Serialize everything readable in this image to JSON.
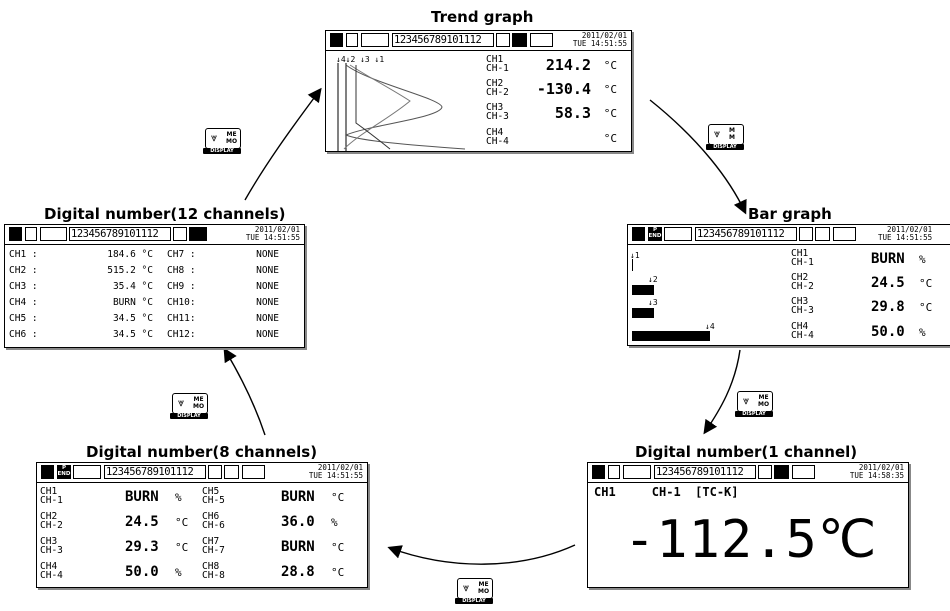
{
  "titles": {
    "trend": "Trend graph",
    "bar": "Bar graph",
    "d12": "Digital number(12 channels)",
    "d8": "Digital number(8 channels)",
    "d1": "Digital number(1 channel)"
  },
  "status": {
    "channels": "123456789101112",
    "date": "2011/02/01",
    "time_a": "TUE 14:51:55",
    "time_b": "TUE 14:58:35",
    "end_top": "P",
    "end_bottom": "END"
  },
  "keys": [
    {
      "label": "DISPLAY",
      "memo": "ME\nMO"
    },
    {
      "label": "DISPLAY",
      "memo": "M\nM"
    },
    {
      "label": "DISPLAY",
      "memo": "ME\nMO"
    },
    {
      "label": "DISPLAY",
      "memo": "ME\nMO"
    },
    {
      "label": "DISPLAY",
      "memo": "ME\nMO"
    }
  ],
  "trend": {
    "markers": "↓4↓2 ↓3 ↓1",
    "channels": [
      {
        "ch": "CH1",
        "name": "CH-1",
        "value": "214.2",
        "unit": "°C"
      },
      {
        "ch": "CH2",
        "name": "CH-2",
        "value": "-130.4",
        "unit": "°C"
      },
      {
        "ch": "CH3",
        "name": "CH-3",
        "value": "58.3",
        "unit": "°C"
      },
      {
        "ch": "CH4",
        "name": "CH-4",
        "value": "",
        "unit": "°C"
      }
    ]
  },
  "bar": {
    "marks": [
      "↓1",
      "↓2",
      "↓3",
      "↓4"
    ],
    "levels": [
      0,
      0.16,
      0.16,
      0.56
    ],
    "channels": [
      {
        "ch": "CH1",
        "name": "CH-1",
        "value": "BURN",
        "unit": "%"
      },
      {
        "ch": "CH2",
        "name": "CH-2",
        "value": "24.5",
        "unit": "°C"
      },
      {
        "ch": "CH3",
        "name": "CH-3",
        "value": "29.8",
        "unit": "°C"
      },
      {
        "ch": "CH4",
        "name": "CH-4",
        "value": "50.0",
        "unit": "%"
      }
    ]
  },
  "d12": {
    "rows": [
      {
        "l": "CH1 :",
        "lv": "184.6 °C",
        "r": "CH7 :",
        "rv": "NONE"
      },
      {
        "l": "CH2 :",
        "lv": "515.2 °C",
        "r": "CH8 :",
        "rv": "NONE"
      },
      {
        "l": "CH3 :",
        "lv": "35.4 °C",
        "r": "CH9 :",
        "rv": "NONE"
      },
      {
        "l": "CH4 :",
        "lv": "BURN °C",
        "r": "CH10:",
        "rv": "NONE"
      },
      {
        "l": "CH5 :",
        "lv": "34.5 °C",
        "r": "CH11:",
        "rv": "NONE"
      },
      {
        "l": "CH6 :",
        "lv": "34.5 °C",
        "r": "CH12:",
        "rv": "NONE"
      }
    ]
  },
  "d8": {
    "left": [
      {
        "ch": "CH1",
        "name": "CH-1",
        "value": "BURN",
        "unit": "%"
      },
      {
        "ch": "CH2",
        "name": "CH-2",
        "value": "24.5",
        "unit": "°C"
      },
      {
        "ch": "CH3",
        "name": "CH-3",
        "value": "29.3",
        "unit": "°C"
      },
      {
        "ch": "CH4",
        "name": "CH-4",
        "value": "50.0",
        "unit": "%"
      }
    ],
    "right": [
      {
        "ch": "CH5",
        "name": "CH-5",
        "value": "BURN",
        "unit": "°C"
      },
      {
        "ch": "CH6",
        "name": "CH-6",
        "value": "36.0",
        "unit": "%"
      },
      {
        "ch": "CH7",
        "name": "CH-7",
        "value": "BURN",
        "unit": "°C"
      },
      {
        "ch": "CH8",
        "name": "CH-8",
        "value": "28.8",
        "unit": "°C"
      }
    ]
  },
  "d1": {
    "header": "CH1     CH-1  [TC-K]",
    "value": "-112.5℃"
  }
}
